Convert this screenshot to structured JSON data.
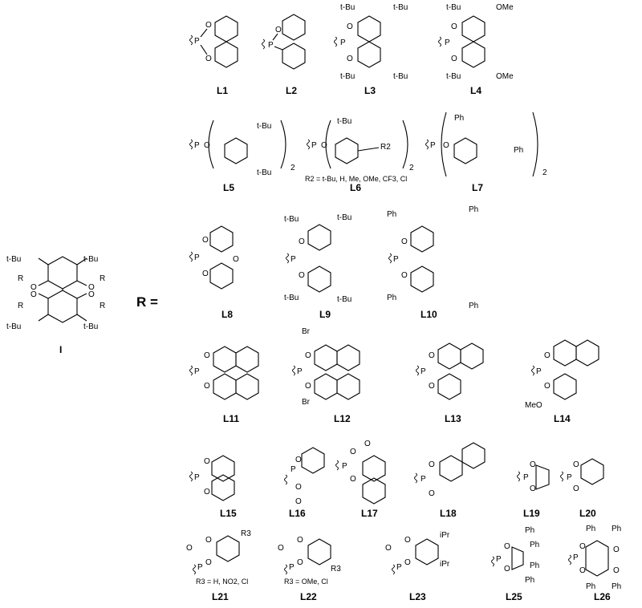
{
  "core": {
    "label": "I",
    "groups": {
      "tbu": "t-Bu",
      "r": "R"
    }
  },
  "r_equals": "R =",
  "atoms": {
    "p": "P",
    "o": "O",
    "ome": "OMe",
    "meo": "MeO",
    "br": "Br",
    "ph": "Ph",
    "tbu": "t-Bu",
    "ipr": "iPr",
    "r2": "R2",
    "r3": "R3",
    "two": "2"
  },
  "ligands": [
    {
      "id": "L1",
      "label": "L1"
    },
    {
      "id": "L2",
      "label": "L2"
    },
    {
      "id": "L3",
      "label": "L3"
    },
    {
      "id": "L4",
      "label": "L4"
    },
    {
      "id": "L5",
      "label": "L5"
    },
    {
      "id": "L6",
      "label": "L6"
    },
    {
      "id": "L7",
      "label": "L7"
    },
    {
      "id": "L8",
      "label": "L8"
    },
    {
      "id": "L9",
      "label": "L9"
    },
    {
      "id": "L10",
      "label": "L10"
    },
    {
      "id": "L11",
      "label": "L11"
    },
    {
      "id": "L12",
      "label": "L12"
    },
    {
      "id": "L13",
      "label": "L13"
    },
    {
      "id": "L14",
      "label": "L14"
    },
    {
      "id": "L15",
      "label": "L15"
    },
    {
      "id": "L16",
      "label": "L16"
    },
    {
      "id": "L17",
      "label": "L17"
    },
    {
      "id": "L18",
      "label": "L18"
    },
    {
      "id": "L19",
      "label": "L19"
    },
    {
      "id": "L20",
      "label": "L20"
    },
    {
      "id": "L21",
      "label": "L21"
    },
    {
      "id": "L22",
      "label": "L22"
    },
    {
      "id": "L23",
      "label": "L23"
    },
    {
      "id": "L25",
      "label": "L25"
    },
    {
      "id": "L26",
      "label": "L26"
    }
  ],
  "notes": {
    "l6_r2": "R2 = t-Bu, H, Me, OMe, CF3, Cl",
    "l21_r3": "R3 = H, NO2, Cl",
    "l22_r3": "R3 = OMe, Cl"
  }
}
